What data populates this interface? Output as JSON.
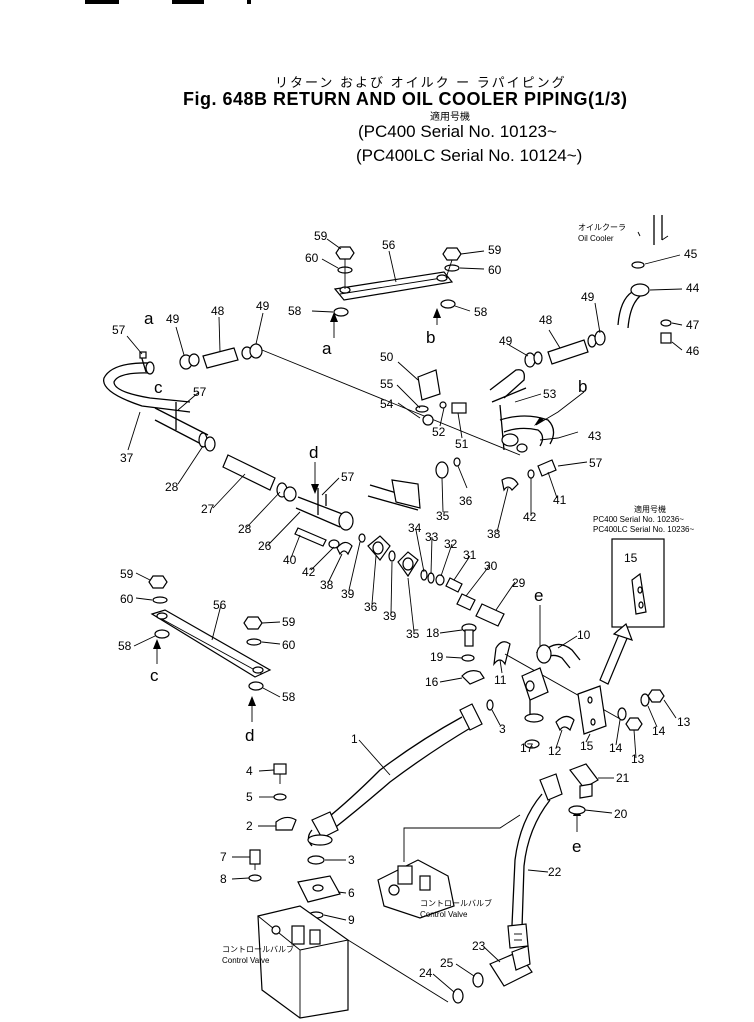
{
  "header": {
    "japanese_title": "リターン および オイルク ー ラパイピング",
    "english_title": "Fig. 648B RETURN AND OIL COOLER PIPING(1/3)",
    "applicability_label": "適用号機",
    "serial_line_1": "(PC400     Serial No. 10123~",
    "serial_line_2": "(PC400LC Serial No. 10124~)"
  },
  "notes": {
    "oil_cooler_jp": "オイルクーラ",
    "oil_cooler_en": "Oil Cooler",
    "control_valve_jp_1": "コントロールバルブ",
    "control_valve_en_1": "Control Valve",
    "control_valve_jp_2": "コントロールバルブ",
    "control_valve_en_2": "Control Valve",
    "inset_applic_label": "適用号機",
    "inset_serial_1": "PC400    Serial No. 10236~",
    "inset_serial_2": "PC400LC Serial No. 10236~"
  },
  "callouts": [
    {
      "id": "59a",
      "label": "59"
    },
    {
      "id": "60a",
      "label": "60"
    },
    {
      "id": "56a",
      "label": "56"
    },
    {
      "id": "59b",
      "label": "59"
    },
    {
      "id": "60b",
      "label": "60"
    },
    {
      "id": "58a",
      "label": "58"
    },
    {
      "id": "58b",
      "label": "58"
    },
    {
      "id": "45",
      "label": "45"
    },
    {
      "id": "44",
      "label": "44"
    },
    {
      "id": "47",
      "label": "47"
    },
    {
      "id": "46",
      "label": "46"
    },
    {
      "id": "49a",
      "label": "49"
    },
    {
      "id": "48a",
      "label": "48"
    },
    {
      "id": "49b",
      "label": "49"
    },
    {
      "id": "57a",
      "label": "57"
    },
    {
      "id": "49c",
      "label": "49"
    },
    {
      "id": "48b",
      "label": "48"
    },
    {
      "id": "49d",
      "label": "49"
    },
    {
      "id": "57b",
      "label": "57"
    },
    {
      "id": "37",
      "label": "37"
    },
    {
      "id": "50",
      "label": "50"
    },
    {
      "id": "55",
      "label": "55"
    },
    {
      "id": "54",
      "label": "54"
    },
    {
      "id": "52",
      "label": "52"
    },
    {
      "id": "51",
      "label": "51"
    },
    {
      "id": "53",
      "label": "53"
    },
    {
      "id": "43",
      "label": "43"
    },
    {
      "id": "57c",
      "label": "57"
    },
    {
      "id": "28a",
      "label": "28"
    },
    {
      "id": "27",
      "label": "27"
    },
    {
      "id": "28b",
      "label": "28"
    },
    {
      "id": "57d",
      "label": "57"
    },
    {
      "id": "26",
      "label": "26"
    },
    {
      "id": "36a",
      "label": "36"
    },
    {
      "id": "35a",
      "label": "35"
    },
    {
      "id": "41",
      "label": "41"
    },
    {
      "id": "42a",
      "label": "42"
    },
    {
      "id": "38a",
      "label": "38"
    },
    {
      "id": "40",
      "label": "40"
    },
    {
      "id": "42b",
      "label": "42"
    },
    {
      "id": "38b",
      "label": "38"
    },
    {
      "id": "39a",
      "label": "39"
    },
    {
      "id": "36b",
      "label": "36"
    },
    {
      "id": "39b",
      "label": "39"
    },
    {
      "id": "35b",
      "label": "35"
    },
    {
      "id": "34",
      "label": "34"
    },
    {
      "id": "33",
      "label": "33"
    },
    {
      "id": "32",
      "label": "32"
    },
    {
      "id": "31",
      "label": "31"
    },
    {
      "id": "30",
      "label": "30"
    },
    {
      "id": "29",
      "label": "29"
    },
    {
      "id": "59c",
      "label": "59"
    },
    {
      "id": "60c",
      "label": "60"
    },
    {
      "id": "56b",
      "label": "56"
    },
    {
      "id": "58c",
      "label": "58"
    },
    {
      "id": "59d",
      "label": "59"
    },
    {
      "id": "60d",
      "label": "60"
    },
    {
      "id": "58d",
      "label": "58"
    },
    {
      "id": "15a",
      "label": "15"
    },
    {
      "id": "18",
      "label": "18"
    },
    {
      "id": "10",
      "label": "10"
    },
    {
      "id": "19",
      "label": "19"
    },
    {
      "id": "11",
      "label": "11"
    },
    {
      "id": "16",
      "label": "16"
    },
    {
      "id": "13a",
      "label": "13"
    },
    {
      "id": "14a",
      "label": "14"
    },
    {
      "id": "3a",
      "label": "3"
    },
    {
      "id": "12",
      "label": "12"
    },
    {
      "id": "15b",
      "label": "15"
    },
    {
      "id": "14b",
      "label": "14"
    },
    {
      "id": "13b",
      "label": "13"
    },
    {
      "id": "17",
      "label": "17"
    },
    {
      "id": "1",
      "label": "1"
    },
    {
      "id": "21",
      "label": "21"
    },
    {
      "id": "4",
      "label": "4"
    },
    {
      "id": "5",
      "label": "5"
    },
    {
      "id": "2",
      "label": "2"
    },
    {
      "id": "20",
      "label": "20"
    },
    {
      "id": "3b",
      "label": "3"
    },
    {
      "id": "7",
      "label": "7"
    },
    {
      "id": "8",
      "label": "8"
    },
    {
      "id": "22",
      "label": "22"
    },
    {
      "id": "6",
      "label": "6"
    },
    {
      "id": "9",
      "label": "9"
    },
    {
      "id": "23",
      "label": "23"
    },
    {
      "id": "25",
      "label": "25"
    },
    {
      "id": "24",
      "label": "24"
    }
  ],
  "letters": [
    {
      "id": "a1",
      "label": "a"
    },
    {
      "id": "a2",
      "label": "a"
    },
    {
      "id": "b1",
      "label": "b"
    },
    {
      "id": "b2",
      "label": "b"
    },
    {
      "id": "c1",
      "label": "c"
    },
    {
      "id": "c2",
      "label": "c"
    },
    {
      "id": "d1",
      "label": "d"
    },
    {
      "id": "d2",
      "label": "d"
    },
    {
      "id": "e1",
      "label": "e"
    },
    {
      "id": "e2",
      "label": "e"
    }
  ]
}
